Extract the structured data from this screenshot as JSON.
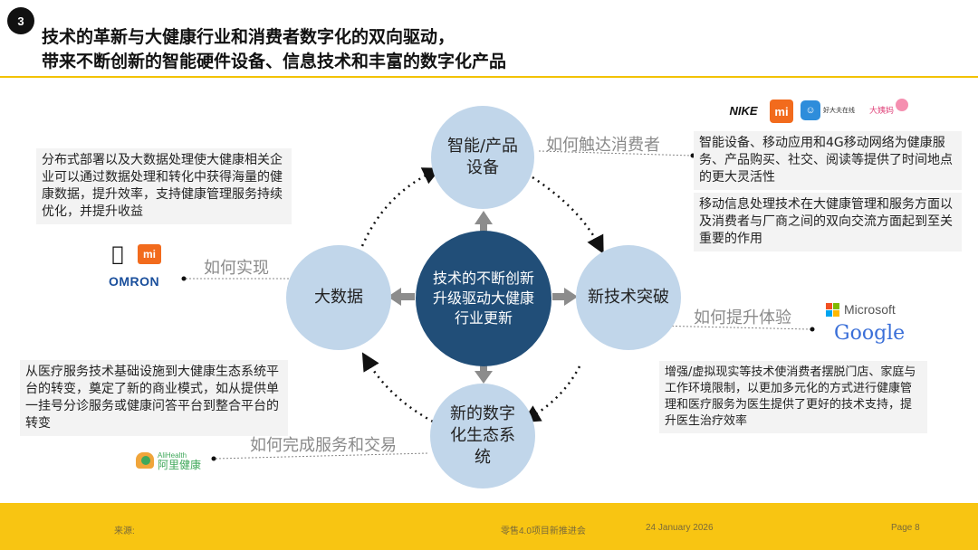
{
  "slide_number": "3",
  "title": {
    "line1": "技术的革新与大健康行业和消费者数字化的双向驱动，",
    "line2": "带来不断创新的智能硬件设备、信息技术和丰富的数字化产品"
  },
  "center": "技术的不断创新升级驱动大健康行业更新",
  "nodes": {
    "top": "智能/产品设备",
    "right": "新技术突破",
    "left": "大数据",
    "bottom": "新的数字化生态系统"
  },
  "questions": {
    "top": "如何触达消费者",
    "left": "如何实现",
    "right": "如何提升体验",
    "bottom": "如何完成服务和交易"
  },
  "boxes": {
    "top_left": "分布式部署以及大数据处理使大健康相关企业可以通过数据处理和转化中获得海量的健康数据，提升效率，支持健康管理服务持续优化，并提升收益",
    "top_right_1": "智能设备、移动应用和4G移动网络为健康服务、产品购买、社交、阅读等提供了时间地点的更大灵活性",
    "top_right_2": "移动信息处理技术在大健康管理和服务方面以及消费者与厂商之间的双向交流方面起到至关重要的作用",
    "bottom_left": "从医疗服务技术基础设施到大健康生态系统平台的转变，奠定了新的商业模式，如从提供单一挂号分诊服务或健康问答平台到整合平台的转变",
    "bottom_right": "增强/虚拟现实等技术使消费者摆脱门店、家庭与工作环境限制，以更加多元化的方式进行健康管理和医疗服务为医生提供了更好的技术支持，提升医生治疗效率"
  },
  "logos": {
    "nike": "NIKE",
    "mi": "mi",
    "haodaifu": "好大夫在线",
    "dayima": "大姨妈",
    "omron": "OMRON",
    "microsoft": "Microsoft",
    "google": "Google",
    "alihealth_en": "AliHealth",
    "alihealth_cn": "阿里健康"
  },
  "footer": {
    "source": "来源:",
    "center": "零售4.0项目新推进会",
    "date": "24 January 2026",
    "page": "Page 8"
  },
  "colors": {
    "accent_yellow": "#f8c512",
    "node_light_blue": "#c1d6ea",
    "center_dark_blue": "#214e78",
    "arrow_grey": "#8c8c8c"
  }
}
